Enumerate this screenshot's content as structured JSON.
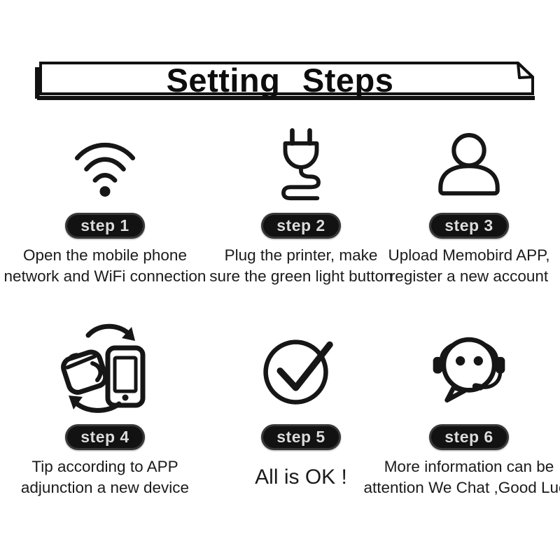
{
  "banner": {
    "title": "Setting Steps"
  },
  "colors": {
    "background": "#ffffff",
    "ink": "#161616",
    "pill_bg": "#121212",
    "pill_text": "#dcdcdc"
  },
  "steps": [
    {
      "pill": "step 1",
      "icon": "wifi-icon",
      "caption": [
        "Open the mobile phone",
        "network and WiFi connection"
      ]
    },
    {
      "pill": "step 2",
      "icon": "power-plug-icon",
      "caption": [
        "Plug the printer, make",
        "sure the green light button"
      ]
    },
    {
      "pill": "step 3",
      "icon": "user-account-icon",
      "caption": [
        "Upload Memobird APP,",
        "register a new account"
      ]
    },
    {
      "pill": "step 4",
      "icon": "device-phone-sync-icon",
      "caption": [
        "Tip according to APP",
        "adjunction a new device"
      ]
    },
    {
      "pill": "step 5",
      "icon": "check-circle-icon",
      "caption": [
        "All is OK !"
      ]
    },
    {
      "pill": "step 6",
      "icon": "support-headset-chat-icon",
      "caption": [
        "More information can be",
        "attention We Chat ,Good Luck"
      ]
    }
  ]
}
